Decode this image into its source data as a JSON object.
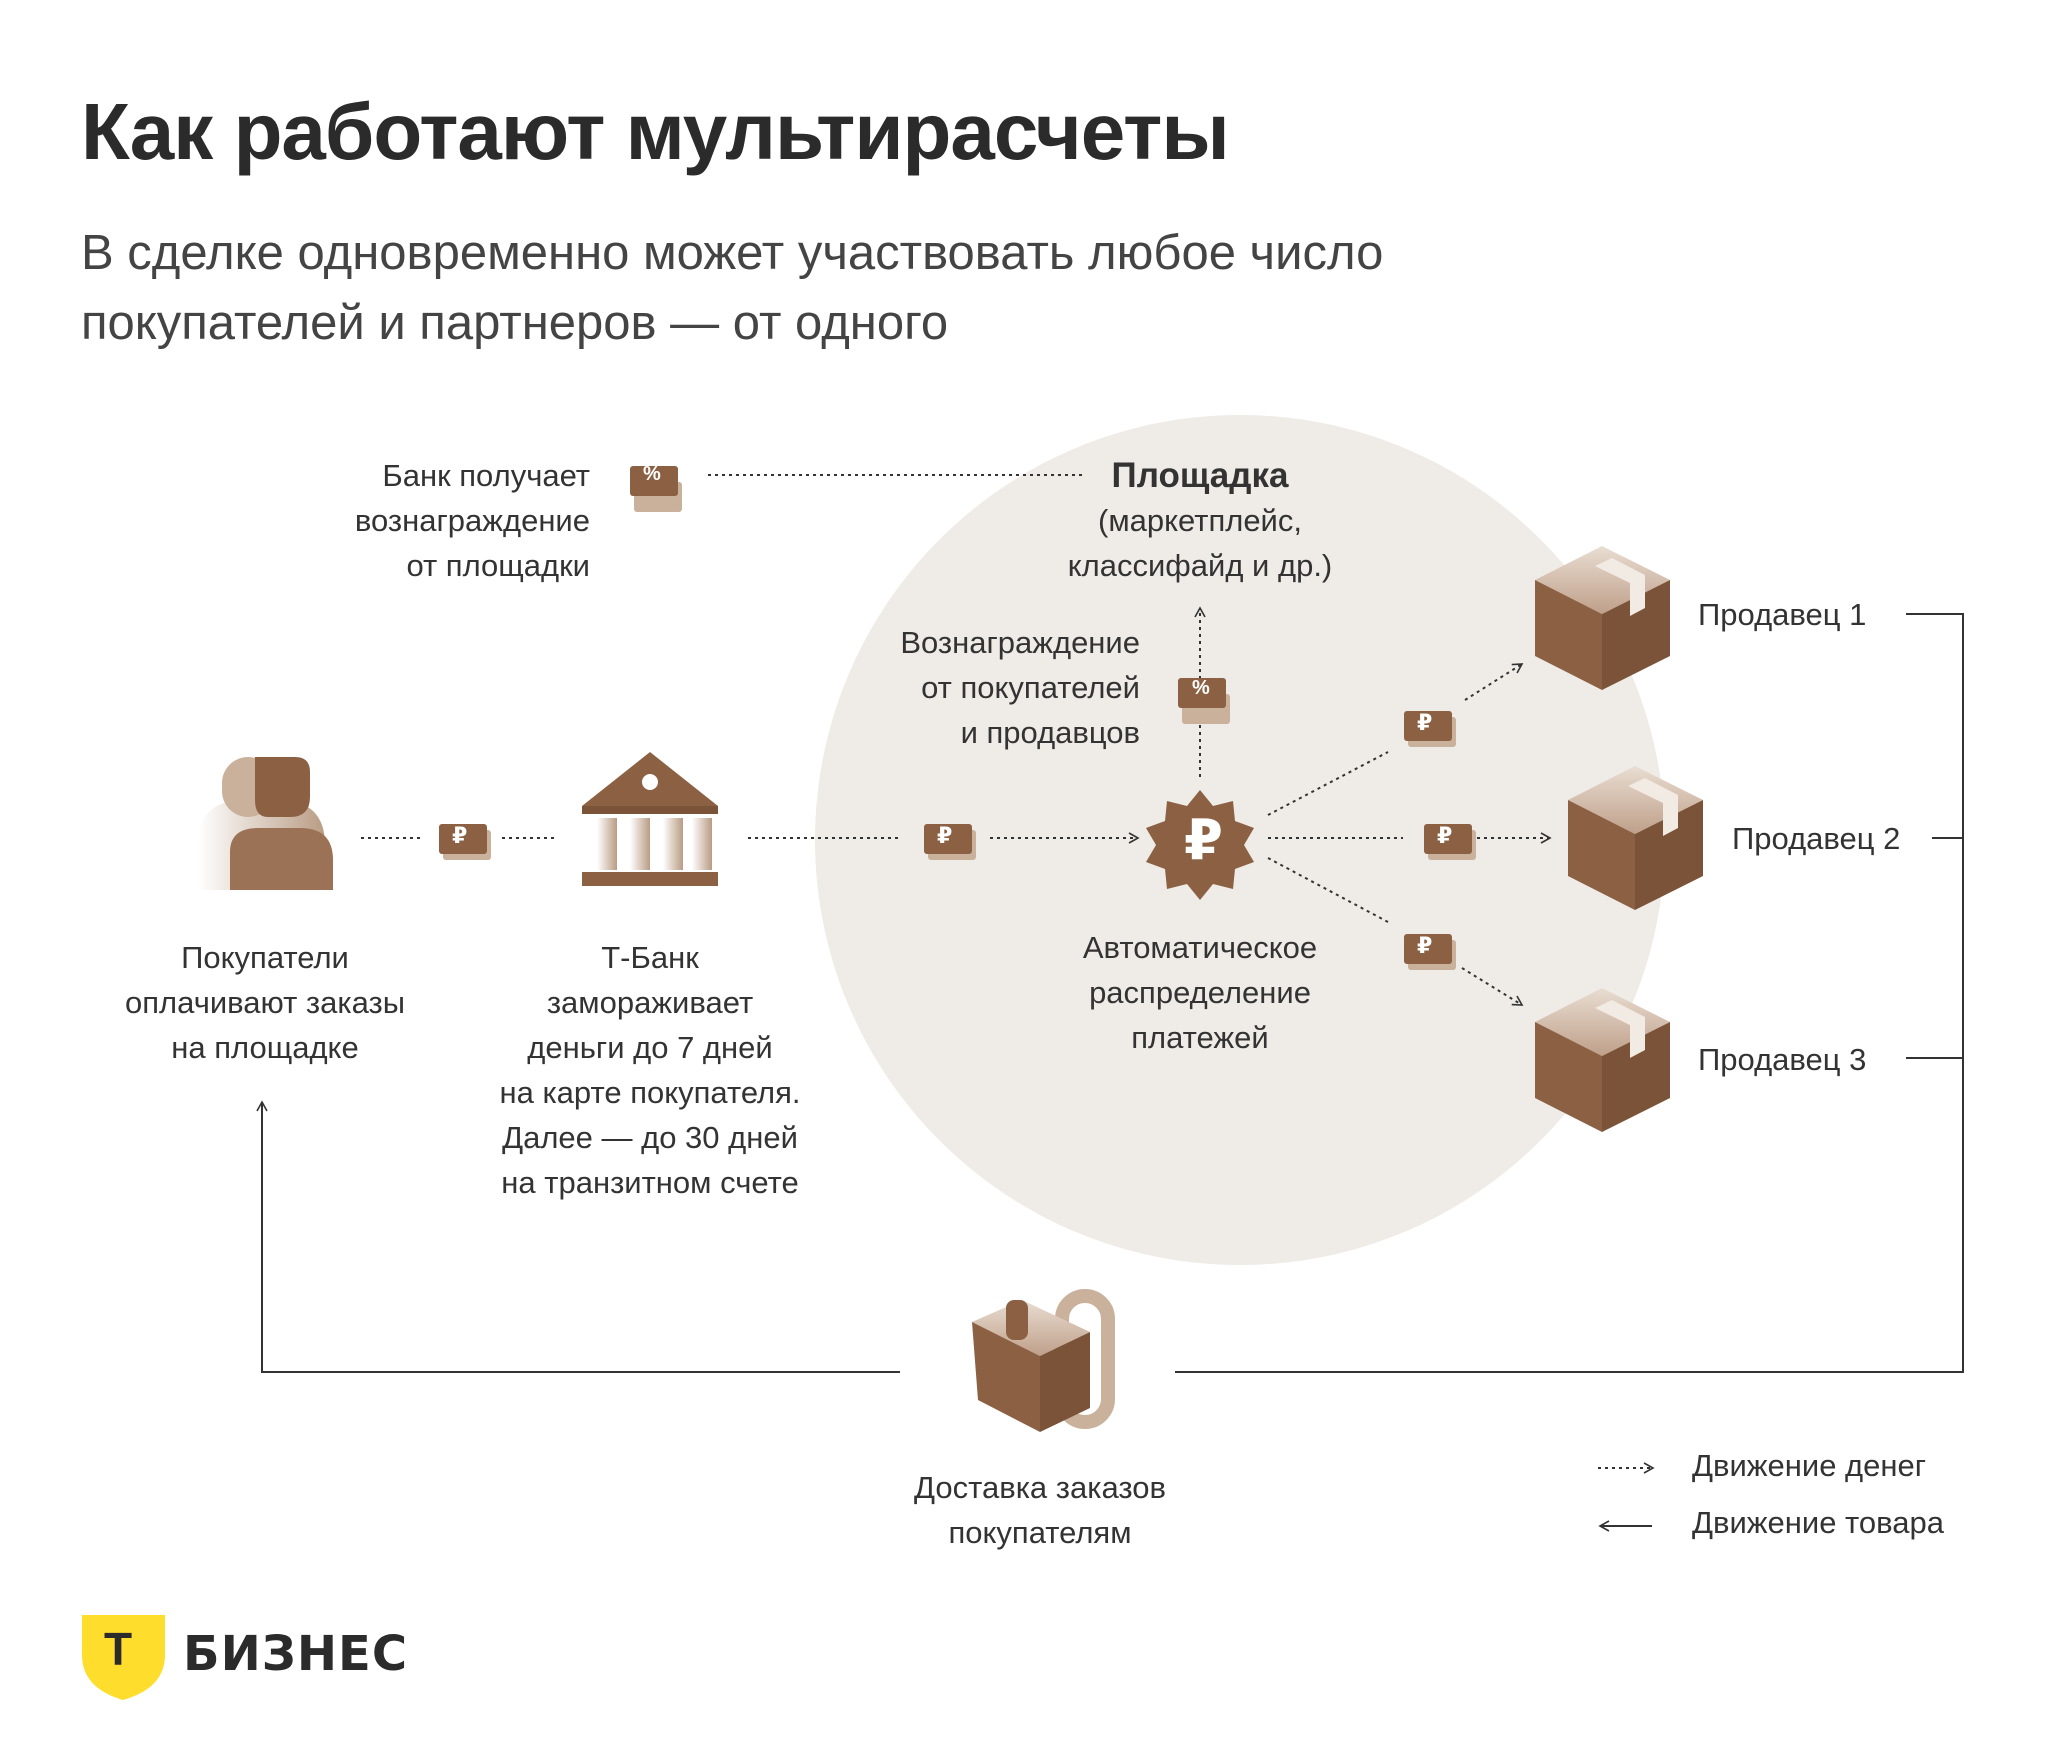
{
  "title": "Как работают мультирасчеты",
  "subtitle": "В сделке одновременно может участвовать любое число покупателей и партнеров — от одного",
  "nodes": {
    "buyers": "Покупатели\nоплачивают заказы\nна площадке",
    "bank": "Т-Банк\nзамораживает\nденьги до 7 дней\nна карте покупателя.\nДалее — до 30 дней\nна транзитном счете",
    "bank_reward": "Банк получает\nвознаграждение\nот площадки",
    "platform_title": "Площадка",
    "platform_sub": "(маркетплейс,\nклассифайд и др.)",
    "commission": "Вознаграждение\nот покупателей\nи продавцов",
    "distribution": "Автоматическое\nраспределение\nплатежей",
    "seller1": "Продавец 1",
    "seller2": "Продавец 2",
    "seller3": "Продавец 3",
    "delivery": "Доставка заказов\nпокупателям"
  },
  "legend": {
    "money": "Движение денег",
    "goods": "Движение товара"
  },
  "brand": {
    "logo_letter": "Т",
    "name": "БИЗНЕС"
  },
  "icons": {
    "ruble": "₽",
    "percent": "%"
  },
  "colors": {
    "accent_brown": "#8c6143",
    "light_brown": "#c9b19c",
    "circle_bg": "#efebe6",
    "brand_yellow": "#ffdd2d"
  }
}
